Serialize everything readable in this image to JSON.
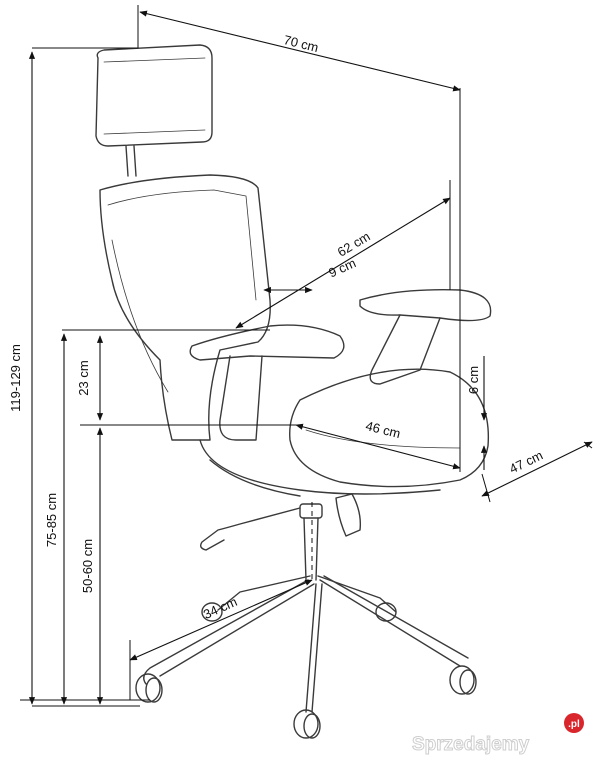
{
  "dimensions": {
    "total_width": "70 cm",
    "back_width": "62 cm",
    "armrest_width": "9 cm",
    "seat_depth": "46 cm",
    "seat_width": "47 cm",
    "armrest_above_seat": "23 cm",
    "seat_thickness": "6 cm",
    "base_radius": "34 cm",
    "total_height": "119-129 cm",
    "armrest_height": "75-85 cm",
    "seat_height": "50-60 cm"
  },
  "watermark": {
    "text": "Sprzedajemy",
    "suffix": ".pl",
    "badge_color": "#d9262c"
  },
  "colors": {
    "line": "#111111",
    "sketch": "#3a3a3a",
    "background": "#ffffff"
  }
}
